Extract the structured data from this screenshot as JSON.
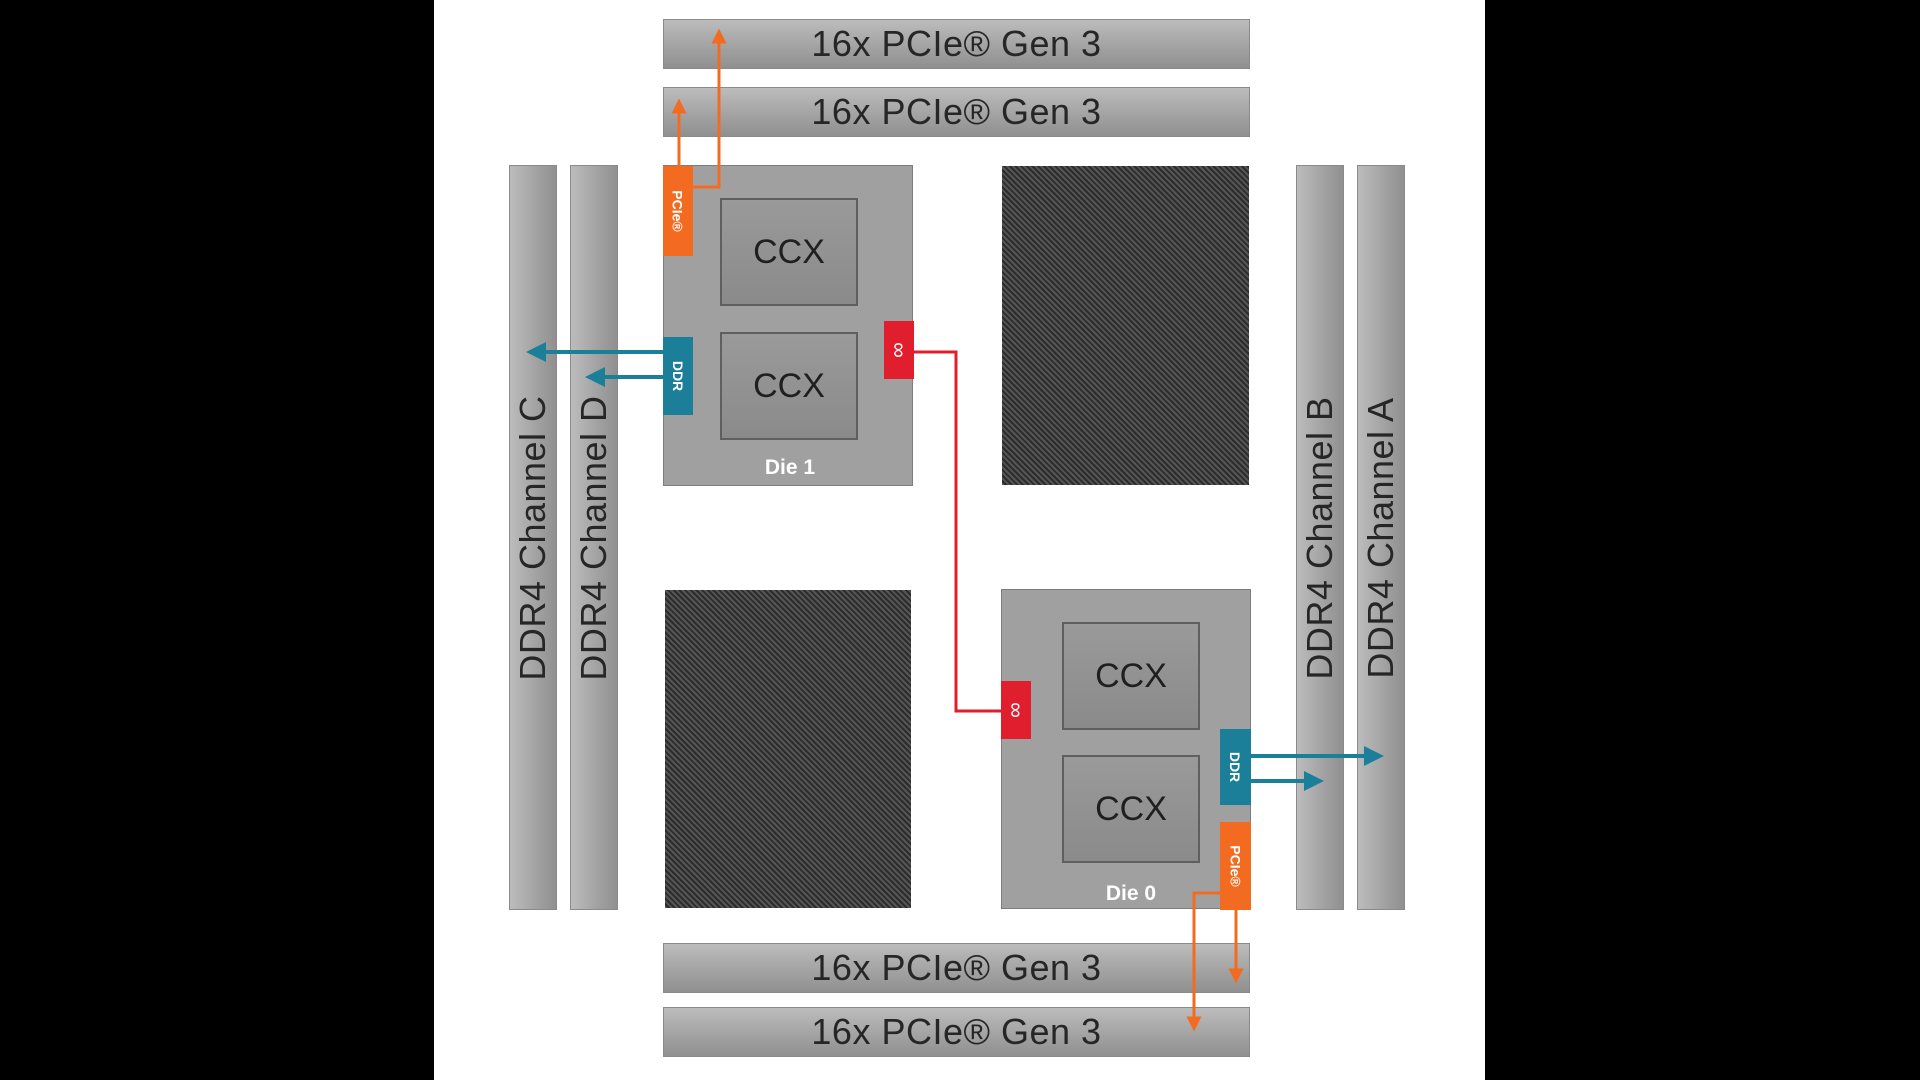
{
  "pcie_bars": [
    {
      "label": "16x PCIe® Gen 3"
    },
    {
      "label": "16x PCIe® Gen 3"
    },
    {
      "label": "16x PCIe® Gen 3"
    },
    {
      "label": "16x PCIe® Gen 3"
    }
  ],
  "ddr_channels": {
    "c": "DDR4 Channel C",
    "d": "DDR4 Channel D",
    "b": "DDR4 Channel B",
    "a": "DDR4 Channel A"
  },
  "die1": {
    "label": "Die 1",
    "ccx": [
      "CCX",
      "CCX"
    ],
    "pcie_tab": "PCIe®",
    "ddr_tab": "DDR",
    "fabric_symbol": "∞"
  },
  "die0": {
    "label": "Die 0",
    "ccx": [
      "CCX",
      "CCX"
    ],
    "pcie_tab": "PCIe®",
    "ddr_tab": "DDR",
    "fabric_symbol": "∞"
  },
  "colors": {
    "pcie": "#f26b21",
    "ddr": "#1b7f99",
    "fabric": "#e01e2d"
  }
}
